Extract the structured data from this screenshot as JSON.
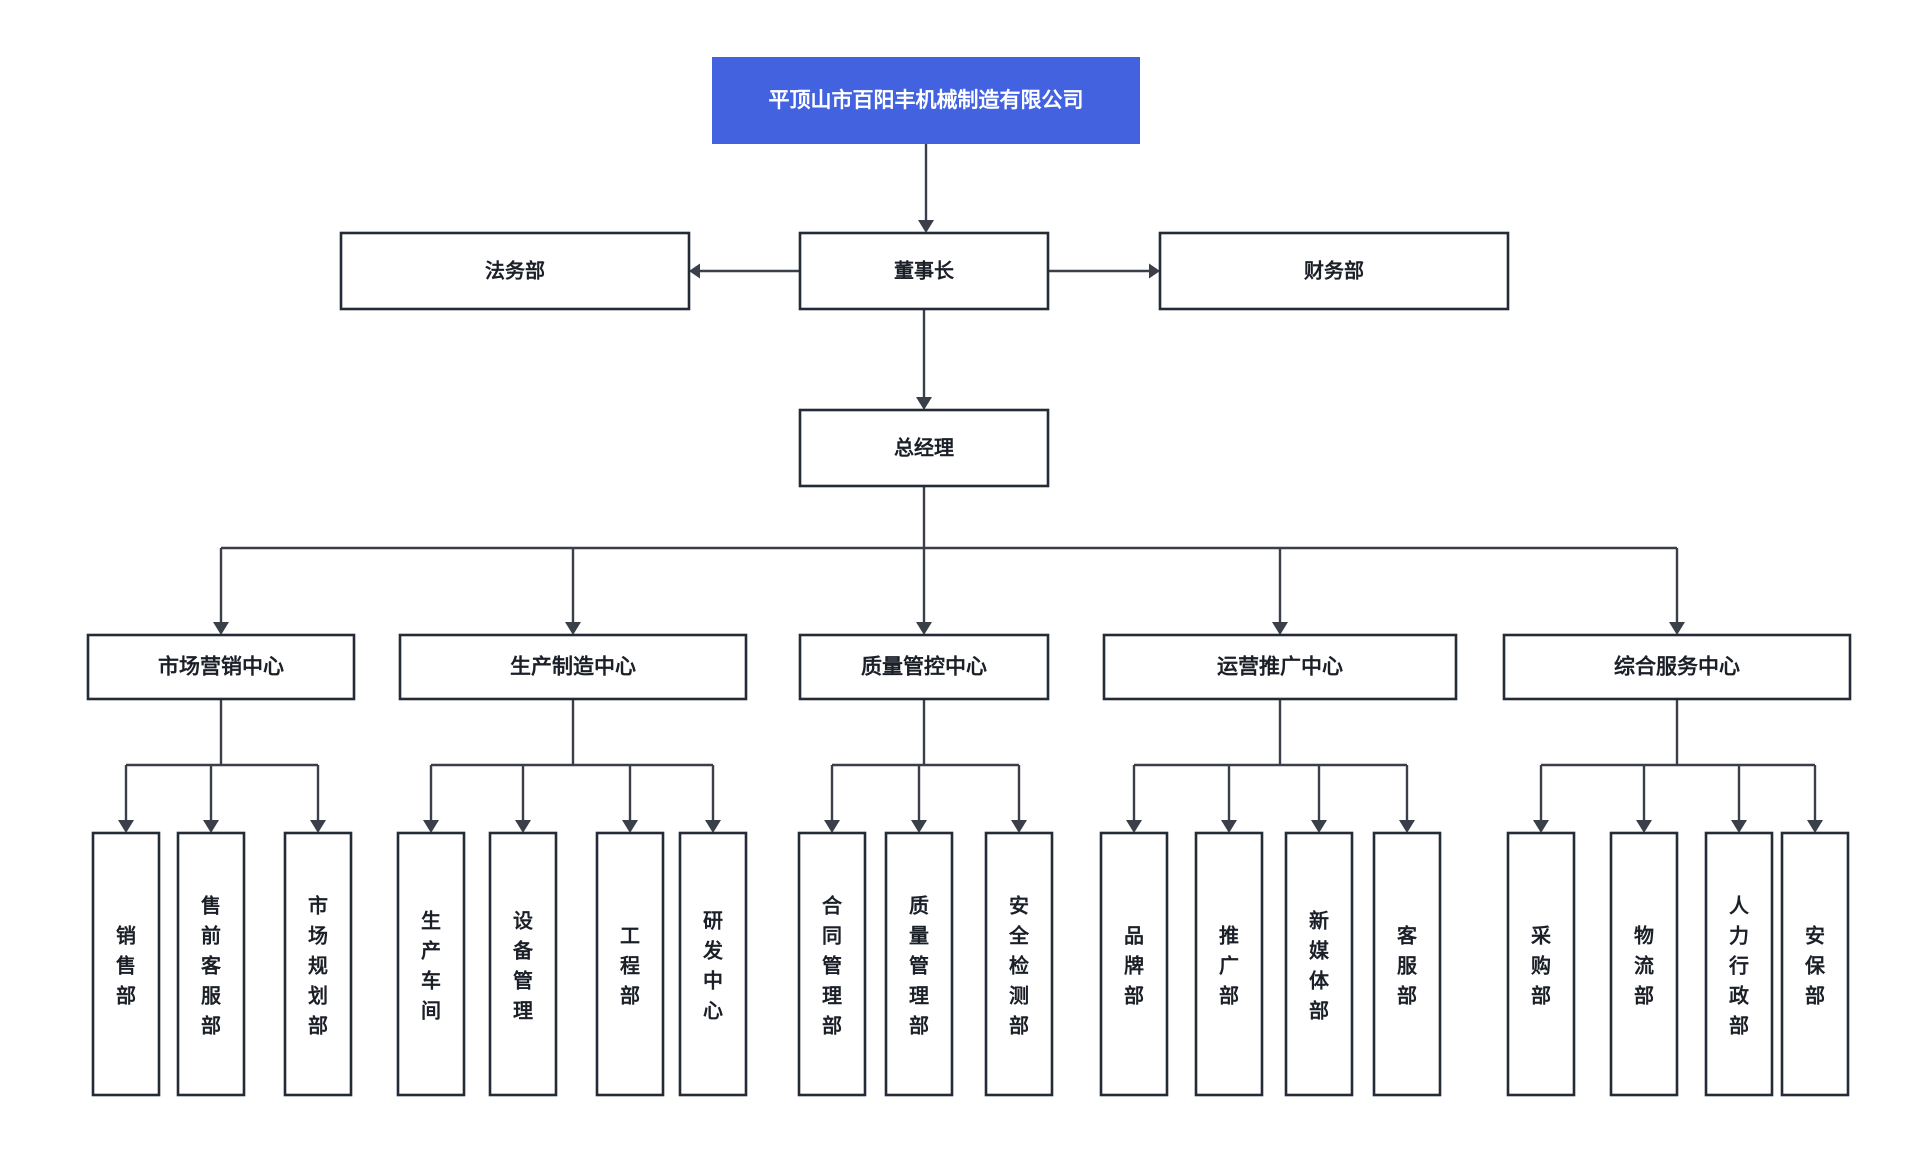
{
  "diagram": {
    "kind": "organization-chart",
    "orientation": "top-down",
    "colors": {
      "root_fill": "#4262e0",
      "root_text": "#ffffff",
      "node_fill": "#ffffff",
      "node_border": "#232b37",
      "connector": "#3a3f4a",
      "background": "#ffffff"
    }
  },
  "root": {
    "label": "平顶山市百阳丰机械制造有限公司"
  },
  "level2": {
    "left": {
      "label": "法务部"
    },
    "center": {
      "label": "董事长"
    },
    "right": {
      "label": "财务部"
    }
  },
  "level3": {
    "center": {
      "label": "总经理"
    }
  },
  "centers": [
    {
      "label": "市场营销中心",
      "children": [
        {
          "label": "销售部"
        },
        {
          "label": "售前客服部"
        },
        {
          "label": "市场规划部"
        }
      ]
    },
    {
      "label": "生产制造中心",
      "children": [
        {
          "label": "生产车间"
        },
        {
          "label": "设备管理"
        },
        {
          "label": "工程部"
        },
        {
          "label": "研发中心"
        }
      ]
    },
    {
      "label": "质量管控中心",
      "children": [
        {
          "label": "合同管理部"
        },
        {
          "label": "质量管理部"
        },
        {
          "label": "安全检测部"
        }
      ]
    },
    {
      "label": "运营推广中心",
      "children": [
        {
          "label": "品牌部"
        },
        {
          "label": "推广部"
        },
        {
          "label": "新媒体部"
        },
        {
          "label": "客服部"
        }
      ]
    },
    {
      "label": "综合服务中心",
      "children": [
        {
          "label": "采购部"
        },
        {
          "label": "物流部"
        },
        {
          "label": "人力行政部"
        },
        {
          "label": "安保部"
        }
      ]
    }
  ]
}
